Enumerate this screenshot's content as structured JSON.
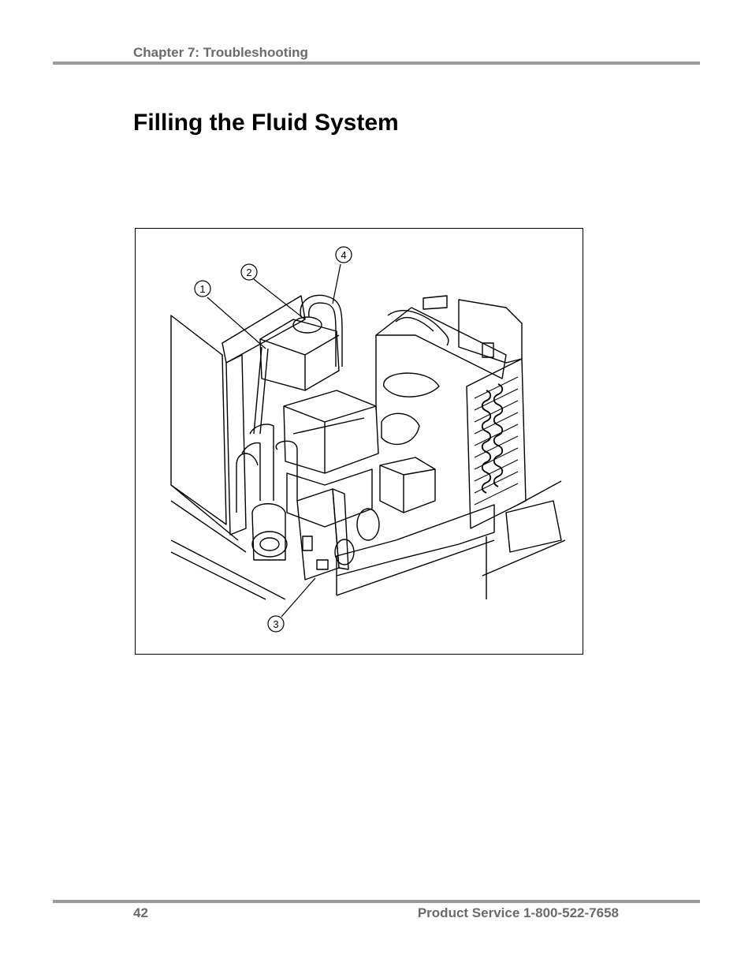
{
  "header": {
    "chapter": "Chapter 7: Troubleshooting"
  },
  "page": {
    "title": "Filling the Fluid System"
  },
  "figure": {
    "callouts": [
      {
        "label": "1"
      },
      {
        "label": "2"
      },
      {
        "label": "3"
      },
      {
        "label": "4"
      }
    ]
  },
  "footer": {
    "page_number": "42",
    "service": "Product Service 1-800-522-7658"
  }
}
